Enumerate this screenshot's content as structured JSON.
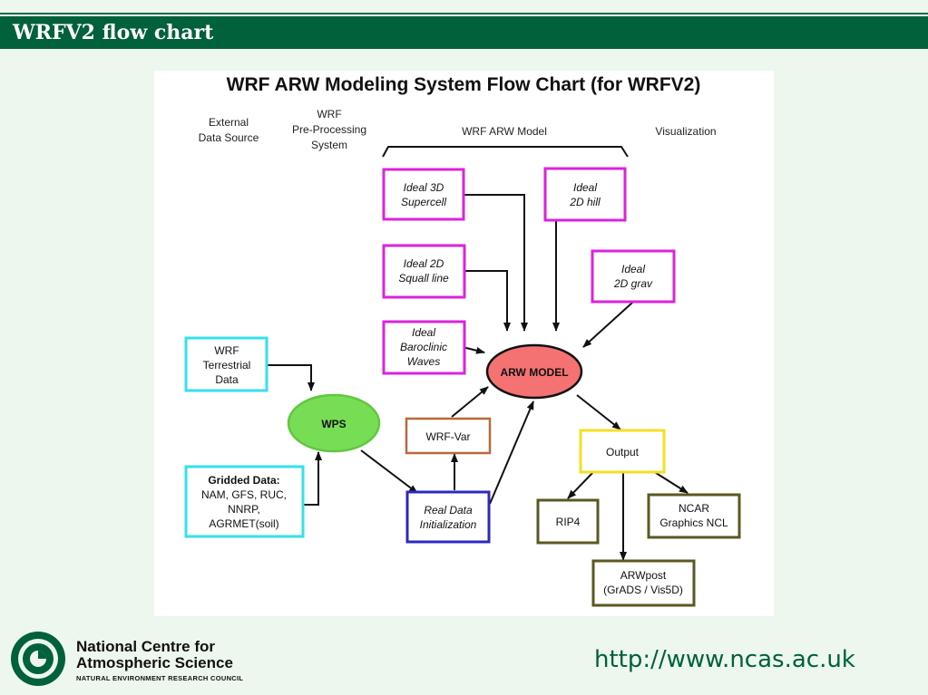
{
  "header": {
    "title": "WRFV2 flow chart"
  },
  "figure": {
    "title": "WRF ARW Modeling System Flow Chart (for WRFV2)",
    "columns": {
      "external": [
        "External",
        "Data Source"
      ],
      "preproc": [
        "WRF",
        "Pre-Processing",
        "System"
      ],
      "model": "WRF ARW Model",
      "visualization": "Visualization"
    },
    "nodes": {
      "ideal_3d": [
        "Ideal 3D",
        "Supercell"
      ],
      "ideal_2d_hill": [
        "Ideal",
        "2D hill"
      ],
      "ideal_2d_squall": [
        "Ideal 2D",
        "Squall line"
      ],
      "ideal_2d_grav": [
        "Ideal",
        "2D grav"
      ],
      "ideal_baroclinic": [
        "Ideal",
        "Baroclinic",
        "Waves"
      ],
      "wrf_terrestrial": [
        "WRF",
        "Terrestrial",
        "Data"
      ],
      "arw_model": "ARW MODEL",
      "wps": "WPS",
      "wrf_var": "WRF-Var",
      "output": "Output",
      "gridded": [
        "Gridded Data:",
        "NAM, GFS, RUC,",
        "NNRP,",
        "AGRMET(soil)"
      ],
      "real_data": [
        "Real Data",
        "Initialization"
      ],
      "rip4": "RIP4",
      "ncar": [
        "NCAR",
        "Graphics NCL"
      ],
      "arwpost": [
        "ARWpost",
        "(GrADS / Vis5D)"
      ]
    },
    "colors": {
      "ideal_border": "#dd22dd",
      "terrestrial_border": "#33e0ee",
      "arw_fill": "#f47272",
      "wps_fill": "#77dd55",
      "wrfvar_border": "#b8693a",
      "output_border": "#f2e024",
      "real_border": "#2a2ac0",
      "vis_border": "#5a5a20"
    }
  },
  "footer": {
    "org_line1": "National Centre for",
    "org_line2": "Atmospheric Science",
    "org_sub": "NATURAL ENVIRONMENT RESEARCH COUNCIL",
    "url": "http://www.ncas.ac.uk"
  }
}
